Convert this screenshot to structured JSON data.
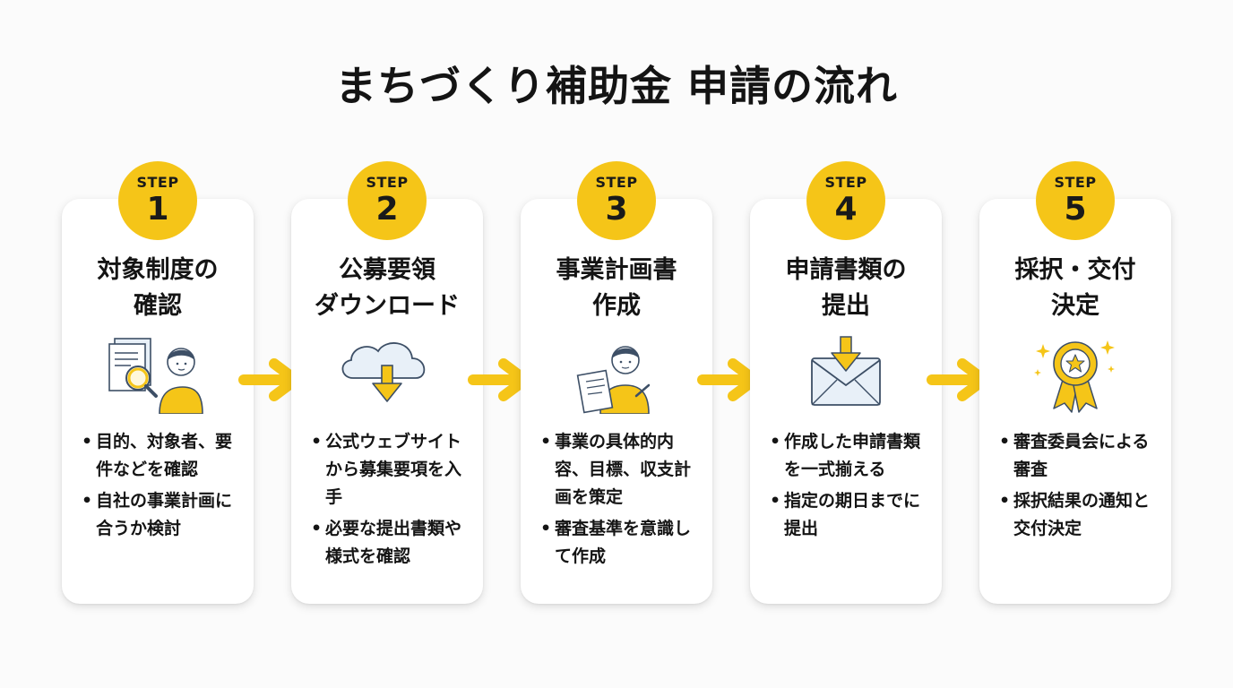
{
  "title": "まちづくり補助金 申請の流れ",
  "colors": {
    "accent": "#f5c518",
    "card": "#ffffff",
    "text": "#141414",
    "icon_outline": "#3d4f66",
    "icon_fill": "#e8f0f8"
  },
  "steps": [
    {
      "label": "STEP",
      "number": "1",
      "title": [
        "対象制度の",
        "確認"
      ],
      "icon": "document-magnifier-person-icon",
      "bullets": [
        "目的、対象者、要件などを確認",
        "自社の事業計画に合うか検討"
      ]
    },
    {
      "label": "STEP",
      "number": "2",
      "title": [
        "公募要領",
        "ダウンロード"
      ],
      "icon": "cloud-download-icon",
      "bullets": [
        "公式ウェブサイトから募集要項を入手",
        "必要な提出書類や様式を確認"
      ]
    },
    {
      "label": "STEP",
      "number": "3",
      "title": [
        "事業計画書",
        "作成"
      ],
      "icon": "person-writing-plan-icon",
      "bullets": [
        "事業の具体的内容、目標、収支計画を策定",
        "審査基準を意識して作成"
      ]
    },
    {
      "label": "STEP",
      "number": "4",
      "title": [
        "申請書類の",
        "提出"
      ],
      "icon": "envelope-submit-icon",
      "bullets": [
        "作成した申請書類を一式揃える",
        "指定の期日までに提出"
      ]
    },
    {
      "label": "STEP",
      "number": "5",
      "title": [
        "採択・交付",
        "決定"
      ],
      "icon": "award-medal-icon",
      "bullets": [
        "審査委員会による審査",
        "採択結果の通知と交付決定"
      ]
    }
  ]
}
